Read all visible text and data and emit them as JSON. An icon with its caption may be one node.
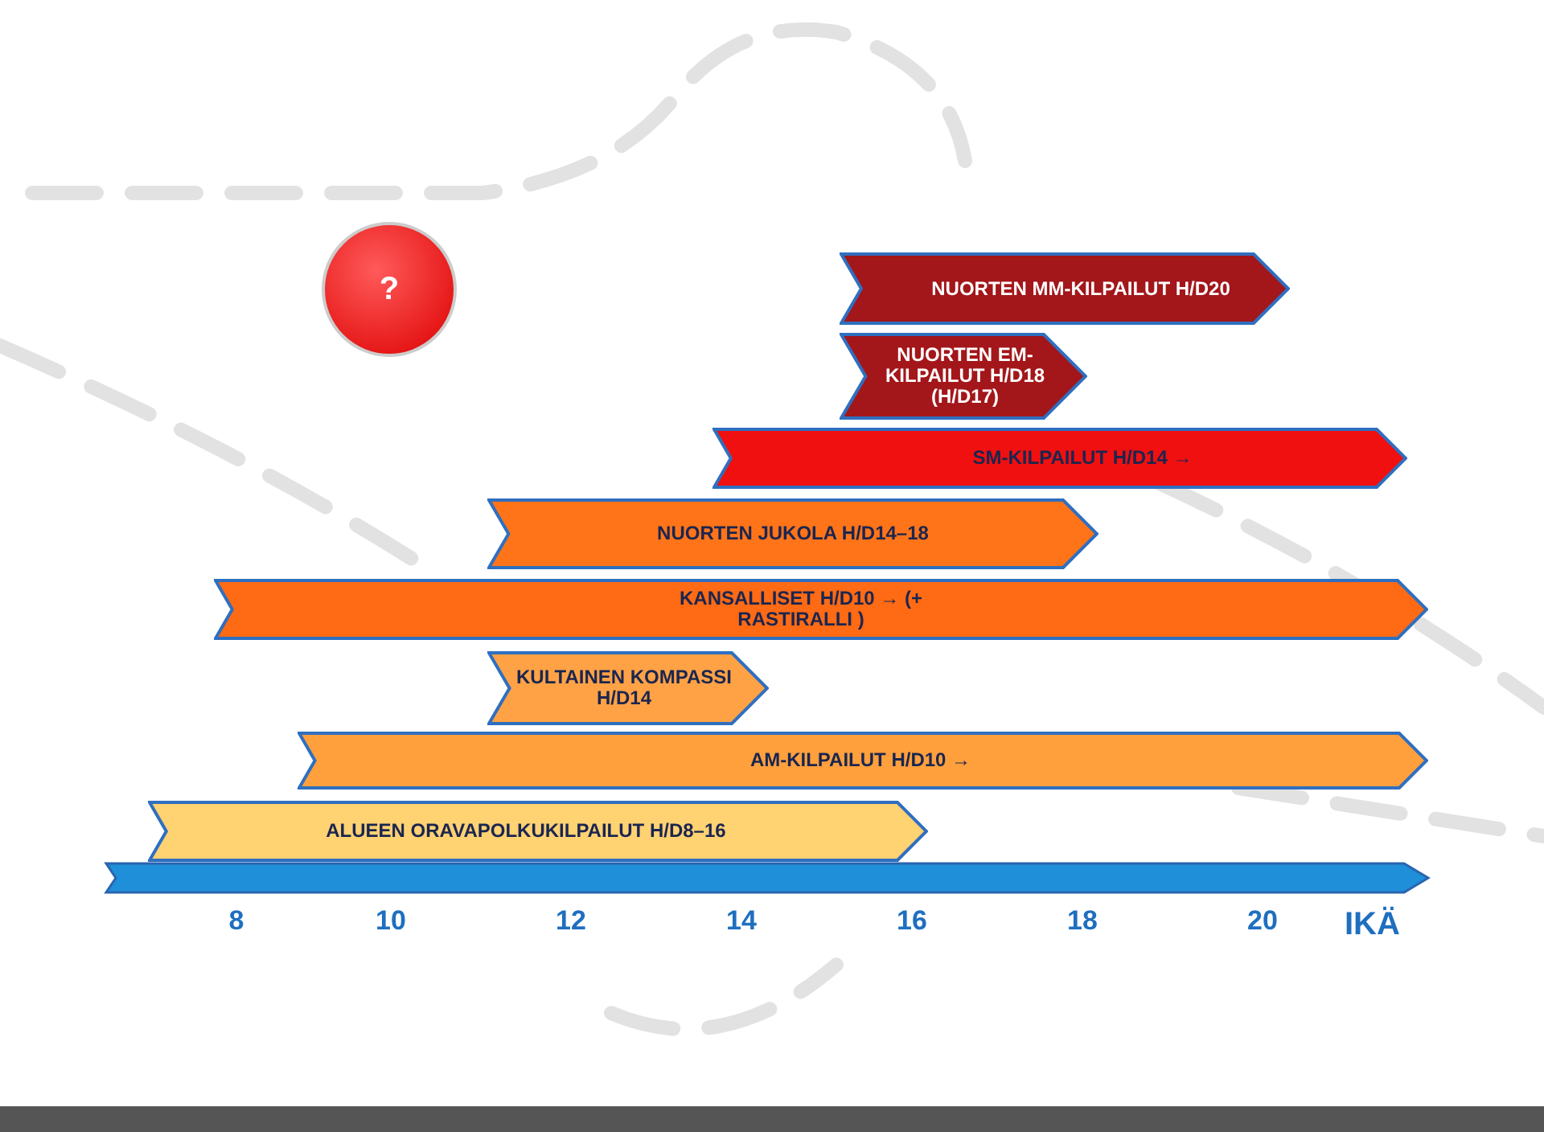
{
  "diagram": {
    "nodes": [
      {
        "text": [
          "?"
        ]
      },
      {
        "text": [
          "NUORTEN MM-KILPAILUT H/D20"
        ]
      },
      {
        "text": [
          "NUORTEN EM-KILPAILUT H/D18 (H/D17)"
        ]
      },
      {
        "text": [
          "SM-KILPAILUT H/D14 →"
        ]
      },
      {
        "text": [
          "NUORTEN JUKOLA H/D14–18"
        ]
      },
      {
        "text": [
          "KANSALLISET H/D10 → (+ RASTIRALLI )"
        ]
      },
      {
        "text": [
          "KULTAINEN KOMPASSI H/D14"
        ]
      },
      {
        "text": [
          "AM-KILPAILUT H/D10 →"
        ]
      },
      {
        "text": [
          "ALUEEN ORAVAPOLKUKILPAILUT H/D8–16"
        ]
      }
    ],
    "labels": [
      "8",
      "10",
      "12",
      "14",
      "16",
      "18",
      "20",
      "IKÄ"
    ]
  }
}
